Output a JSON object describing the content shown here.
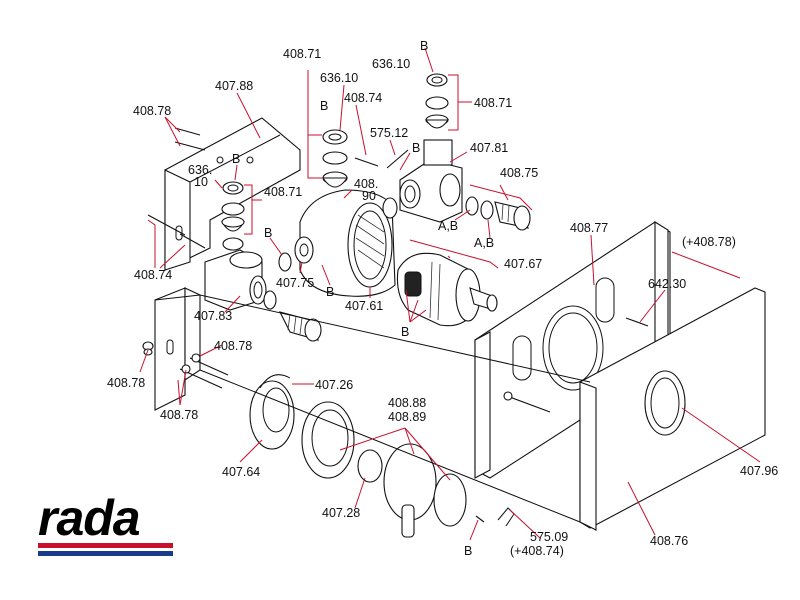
{
  "brand": {
    "logo_text": "rada",
    "stripe_red": "#c8102e",
    "stripe_blue": "#1a3a8c"
  },
  "leader_color": "#c8102e",
  "labels": {
    "p40871_top": "408.71",
    "p63610_top": "636.10",
    "b_top_right": "B",
    "p63610_right": "636.10",
    "p40788_top": "407.88",
    "p40874_top": "408.74",
    "p40871_right": "408.71",
    "b_mid1": "B",
    "p40878_left": "408.78",
    "p57512": "575.12",
    "b_mid2": "B",
    "p40781": "407.81",
    "p636_left_1": "636.",
    "p636_left_2": "10",
    "b_left": "B",
    "p408_90_1": "408.",
    "p408_90_2": "90",
    "p40871_left": "408.71",
    "p40875": "408.75",
    "b_ring": "B",
    "ab_1": "A,B",
    "ab_2": "A,B",
    "p40874_left": "408.74",
    "p40877": "408.77",
    "p40878_plus": "(+408.78)",
    "p40767": "407.67",
    "p40775": "407.75",
    "b_body": "B",
    "p64230": "642.30",
    "p40783": "407.83",
    "p40761": "407.61",
    "b_cart": "B",
    "p40878_mid": "408.78",
    "p40878_low_left": "408.78",
    "p40878_low": "408.78",
    "p40726": "407.26",
    "p40888": "408.88",
    "p40889": "408.89",
    "p40796": "407.96",
    "p40764": "407.64",
    "p40728": "407.28",
    "p57509": "575.09",
    "p40874_plus": "(+408.74)",
    "b_bottom": "B",
    "p40876": "408.76"
  }
}
